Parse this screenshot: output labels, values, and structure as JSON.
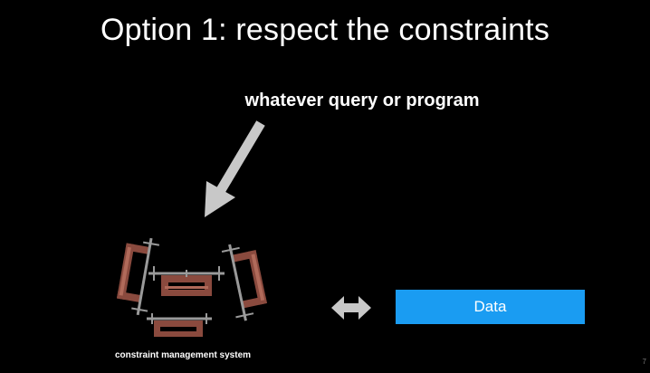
{
  "slide": {
    "title": "Option 1: respect the constraints",
    "query_label": "whatever query or program",
    "system_label": "constraint management system",
    "data_label": "Data",
    "page_number": "7"
  },
  "icons": {
    "query_arrow": "arrow-down-left-icon",
    "clamps": "clamp-icon",
    "bidirectional": "double-arrow-icon"
  },
  "colors": {
    "background": "#000000",
    "text": "#ffffff",
    "data_box": "#1a9cf2",
    "arrow": "#c8c8c8",
    "clamp": "#8a4a3e"
  }
}
